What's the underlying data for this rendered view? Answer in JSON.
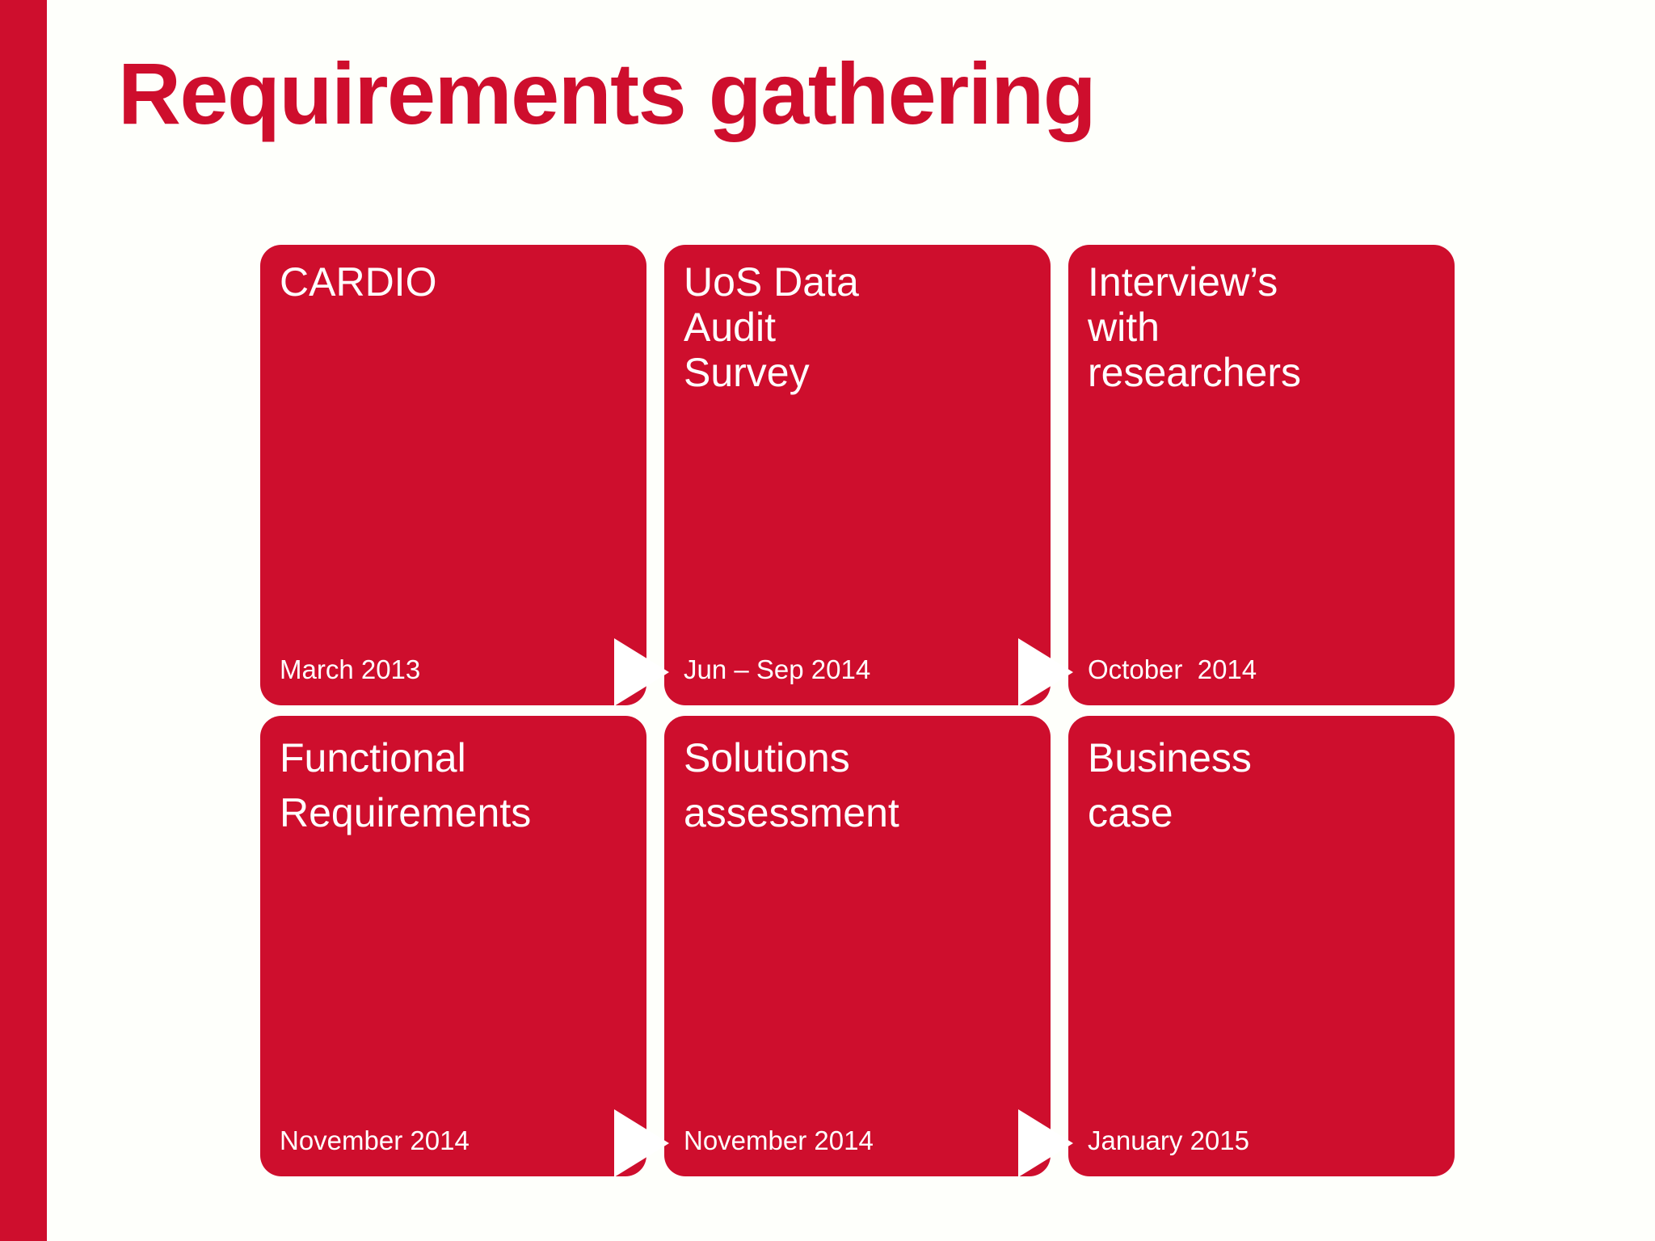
{
  "slide": {
    "title": "Requirements gathering",
    "accent_color": "#CE0E2D",
    "background_color": "#FEFFFB",
    "box_text_color": "#FFFFFF"
  },
  "process": {
    "rows": [
      {
        "boxes": [
          {
            "title": "CARDIO",
            "date": "March 2013"
          },
          {
            "title": "UoS Data\nAudit\nSurvey",
            "date": "Jun – Sep 2014"
          },
          {
            "title": "Interview’s\nwith\nresearchers",
            "date": "October  2014"
          }
        ]
      },
      {
        "boxes": [
          {
            "title": "Functional\nRequirements",
            "date": "November 2014"
          },
          {
            "title": "Solutions\nassessment",
            "date": "November 2014"
          },
          {
            "title": "Business\ncase",
            "date": "January 2015"
          }
        ]
      }
    ],
    "arrows": [
      {
        "name": "arrow-row1-cardio-to-uos"
      },
      {
        "name": "arrow-row1-uos-to-interviews"
      },
      {
        "name": "arrow-row2-functional-to-solutions"
      },
      {
        "name": "arrow-row2-solutions-to-business"
      }
    ]
  }
}
